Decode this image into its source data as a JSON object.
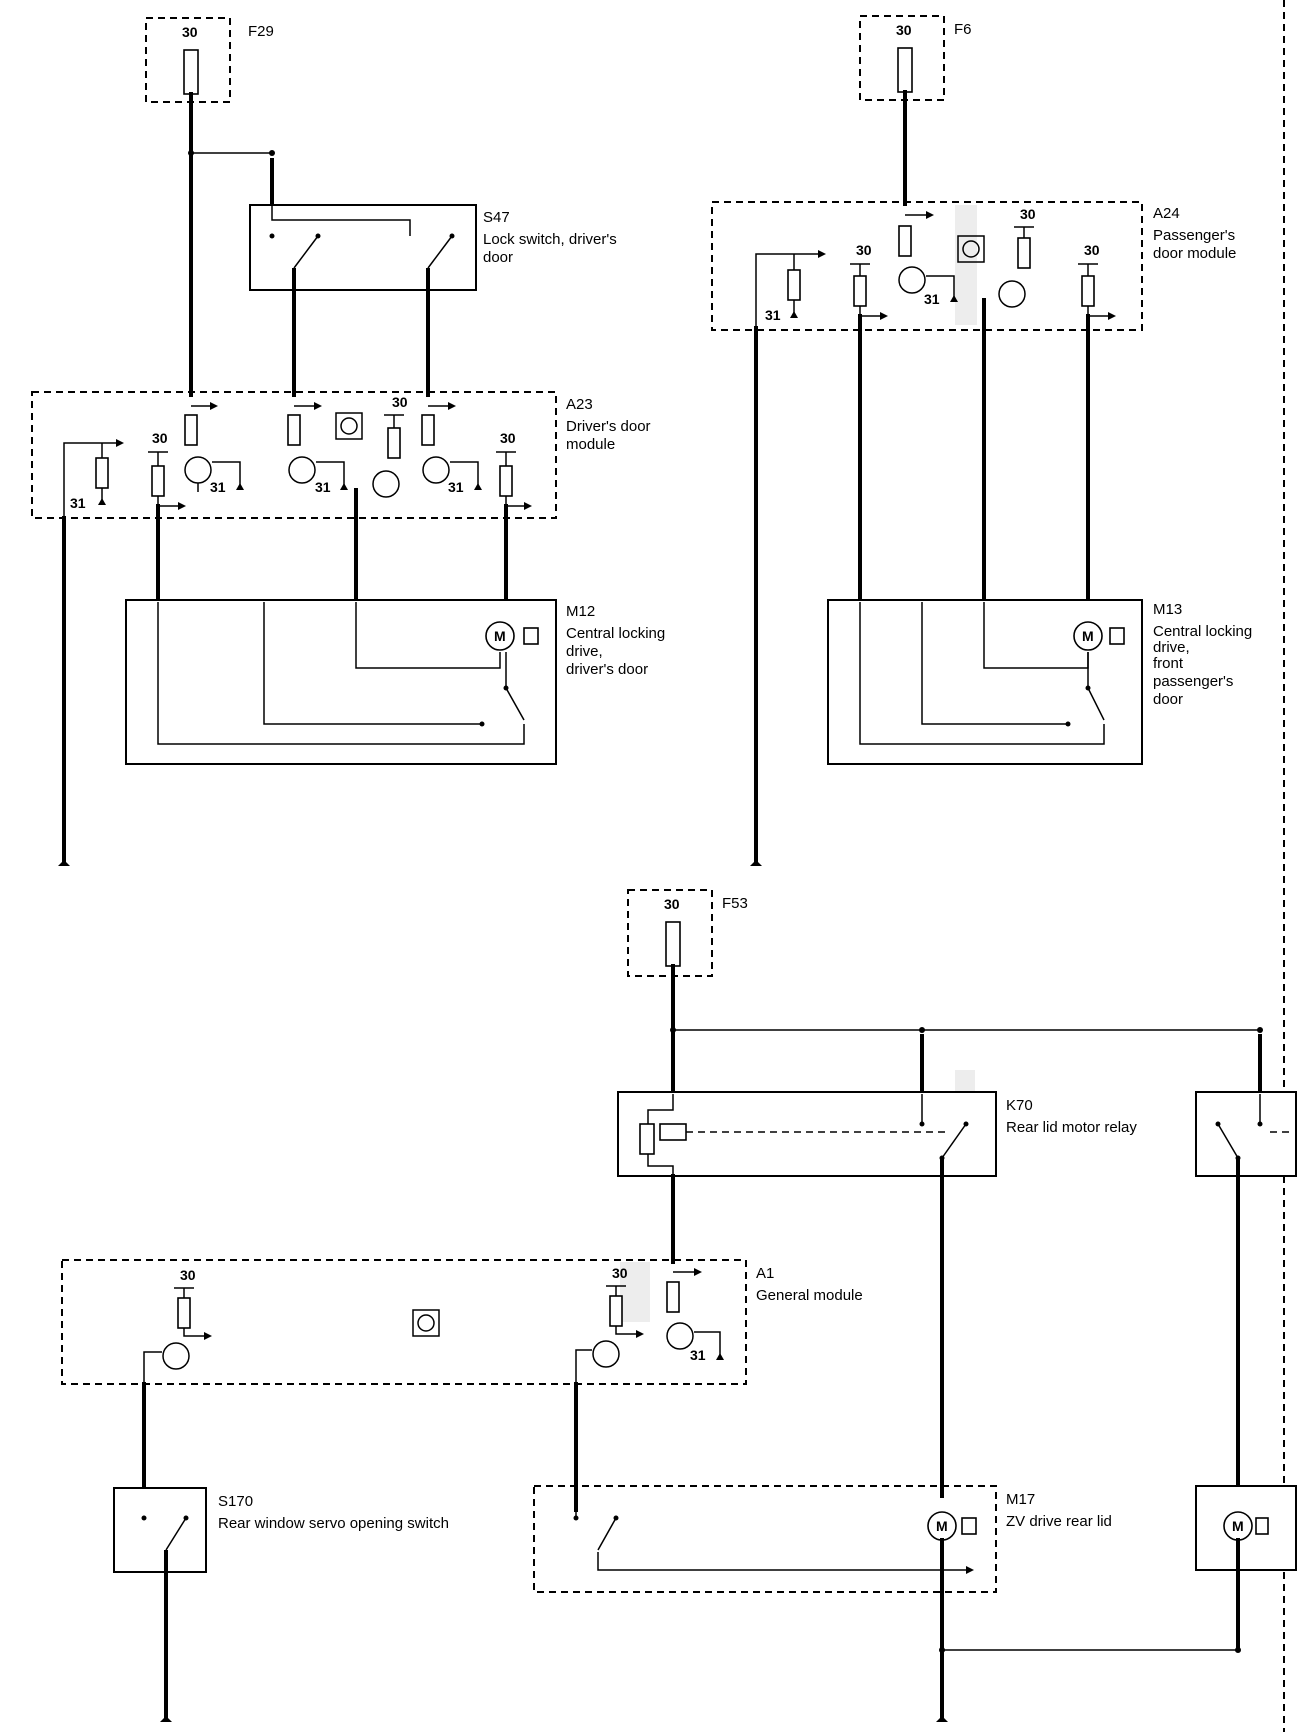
{
  "fuses": {
    "f29": {
      "id": "F29",
      "terminal": "30"
    },
    "f6": {
      "id": "F6",
      "terminal": "30"
    },
    "f53": {
      "id": "F53",
      "terminal": "30"
    }
  },
  "components": {
    "s47": {
      "id": "S47",
      "desc1": "Lock switch, driver's",
      "desc2": "door"
    },
    "a23": {
      "id": "A23",
      "desc1": "Driver's  door",
      "desc2": "module"
    },
    "a24": {
      "id": "A24",
      "desc1": "Passenger's",
      "desc2": "door module"
    },
    "m12": {
      "id": "M12",
      "desc1": "Central locking",
      "desc2": "drive,",
      "desc3": "driver's door"
    },
    "m13": {
      "id": "M13",
      "desc1": "Central locking",
      "desc2": "drive,",
      "desc3": "front",
      "desc4": "passenger's",
      "desc5": "door"
    },
    "k70": {
      "id": "K70",
      "desc1": "Rear lid motor relay"
    },
    "a1": {
      "id": "A1",
      "desc1": "General  module"
    },
    "s170": {
      "id": "S170",
      "desc1": "Rear window servo opening switch"
    },
    "m17": {
      "id": "M17",
      "desc1": "ZV drive rear  lid"
    }
  },
  "terminals": {
    "t30": "30",
    "t31": "31"
  },
  "motor_glyph": "M"
}
